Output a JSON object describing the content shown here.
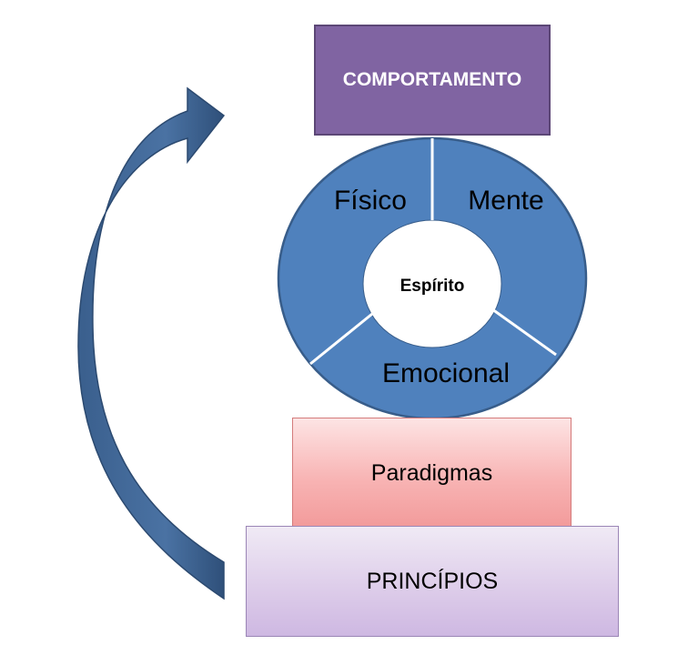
{
  "diagram": {
    "comportamento": "COMPORTAMENTO",
    "ring": {
      "segments": [
        "Físico",
        "Mente",
        "Emocional"
      ],
      "center": "Espírito"
    },
    "paradigmas": "Paradigmas",
    "principios": "PRINCÍPIOS"
  },
  "colors": {
    "comportamento_fill": "#8064a2",
    "ring_fill": "#4f81bd",
    "ring_outline": "#385d8a",
    "arrow_fill": "#3e6390",
    "paradigmas_fill": "#f8b4b4",
    "principios_fill": "#dccbe9"
  }
}
